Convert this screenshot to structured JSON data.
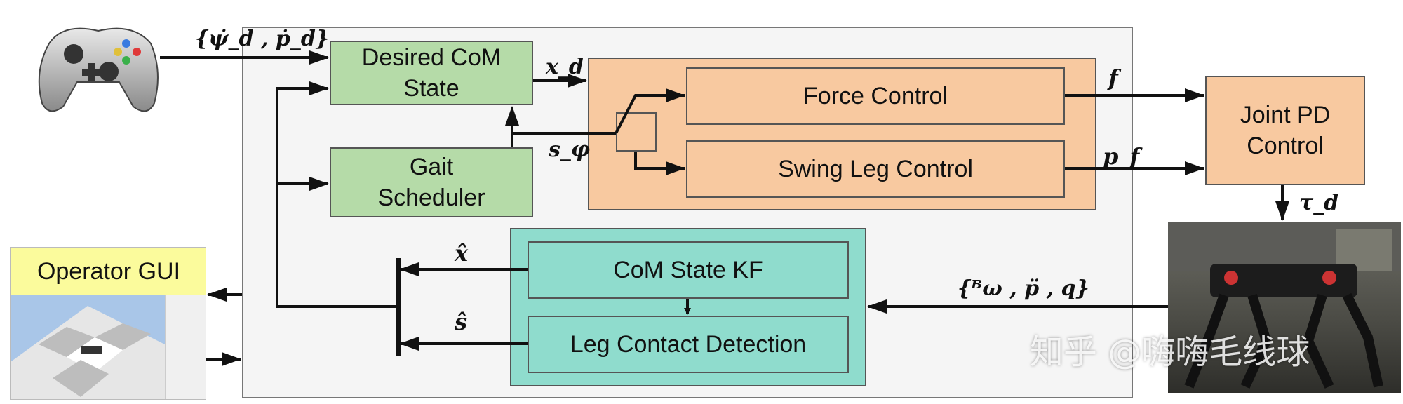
{
  "blocks": {
    "desired_com": "Desired CoM\nState",
    "gait_scheduler": "Gait\nScheduler",
    "force_control": "Force Control",
    "swing_leg_control": "Swing Leg Control",
    "joint_pd": "Joint PD\nControl",
    "com_state_kf": "CoM State KF",
    "leg_contact": "Leg Contact Detection",
    "operator_gui": "Operator GUI"
  },
  "signals": {
    "cmd": "{ψ̇_d , ṗ_d}",
    "x_d": "x_d",
    "s_phi": "s_φ",
    "f": "f",
    "p_f": "p_f",
    "tau_d": "τ_d",
    "x_hat": "x̂",
    "s_hat": "ŝ",
    "sensors": "{ᴮω , p̈ , q}"
  },
  "watermark": "知乎 @嗨嗨毛线球",
  "colors": {
    "green": "#b5dba8",
    "orange": "#f8c9a0",
    "teal": "#8fdccd",
    "gui_header": "#fbfb9c",
    "panel": "#f5f5f5"
  }
}
